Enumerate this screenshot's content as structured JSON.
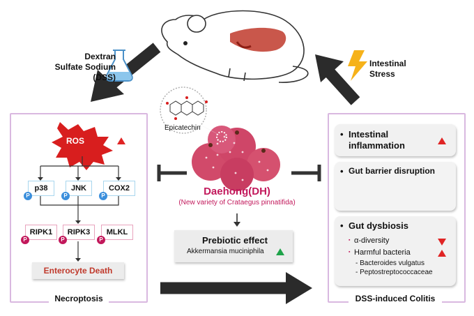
{
  "top": {
    "dss_label": [
      "Dextran",
      "Sulfate Sodium",
      "(DSS)"
    ],
    "stress_label": [
      "Intestinal",
      "Stress"
    ]
  },
  "left_panel": {
    "ros": "ROS",
    "kinases": [
      "p38",
      "JNK",
      "COX2"
    ],
    "necro": [
      "RIPK1",
      "RIPK3",
      "MLKL"
    ],
    "phospho": "P",
    "death": "Enterocyte Death",
    "title": "Necroptosis"
  },
  "center": {
    "compound": "Epicatechin",
    "name": "Daehong(DH)",
    "subtitle": "(New variety of Crataegus pinnatifida)",
    "prebiotic_title": "Prebiotic effect",
    "prebiotic_item": "Akkermansia muciniphila"
  },
  "right_panel": {
    "inflammation": [
      "Intestinal",
      "inflammation"
    ],
    "barrier": "Gut barrier disruption",
    "dysbiosis": "Gut dysbiosis",
    "diversity": "α-diversity",
    "harmful": "Harmful bacteria",
    "bacteria": [
      "- Bacteroides vulgatus",
      "- Peptostreptococcaceae"
    ],
    "title": "DSS-induced Colitis",
    "bullet": "•",
    "sub_bullet": "▪"
  },
  "colors": {
    "panel_border": "#d9b8e0",
    "up_red": "#e02424",
    "up_green": "#1fa34a",
    "brand_pink": "#c2185b",
    "kinase_border": "#a8d6ee",
    "necro_border": "#e8a3bd",
    "death_text": "#c0392b"
  }
}
